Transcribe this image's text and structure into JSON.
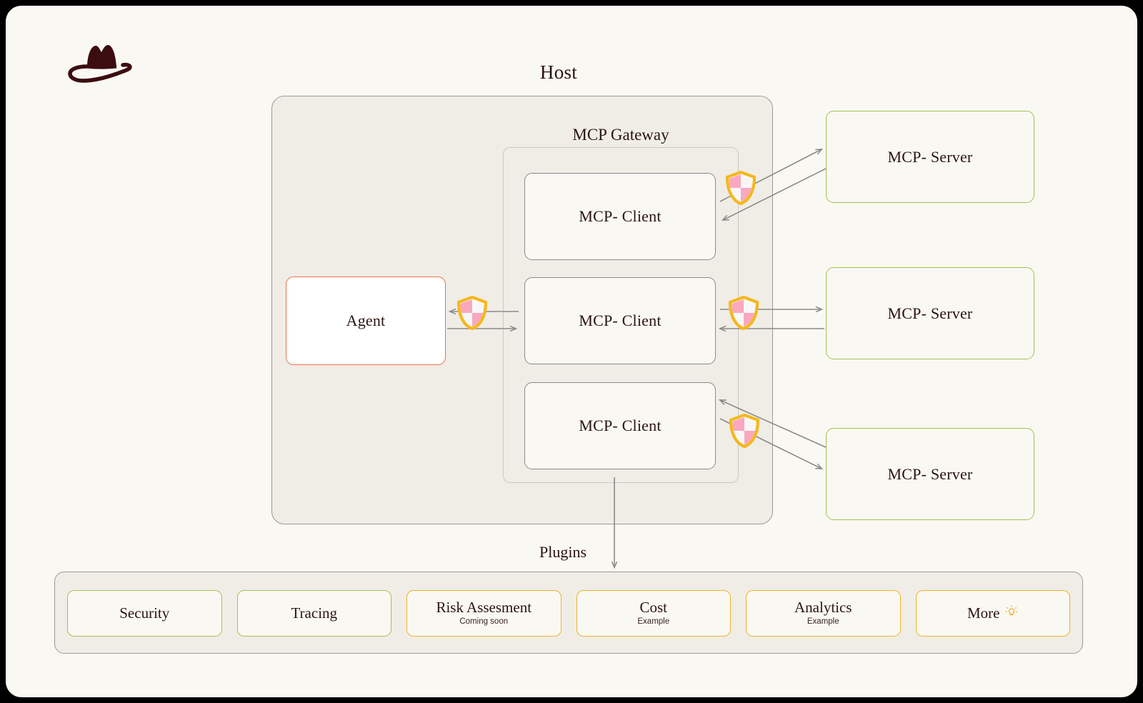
{
  "brand": {
    "logo_icon": "cowboy-hat-icon"
  },
  "diagram": {
    "type": "architecture-diagram",
    "host_label": "Host",
    "gateway_label": "MCP Gateway",
    "plugins_label": "Plugins",
    "agent": {
      "label": "Agent",
      "border_color": "#E8714A"
    },
    "clients": [
      {
        "label": "MCP- Client"
      },
      {
        "label": "MCP- Client"
      },
      {
        "label": "MCP- Client"
      }
    ],
    "servers": [
      {
        "label": "MCP- Server"
      },
      {
        "label": "MCP- Server"
      },
      {
        "label": "MCP- Server"
      }
    ],
    "shields": [
      {
        "name": "shield-agent-gateway"
      },
      {
        "name": "shield-client-server-1"
      },
      {
        "name": "shield-client-server-2"
      },
      {
        "name": "shield-client-server-3"
      }
    ]
  },
  "plugins": {
    "items": [
      {
        "label": "Security",
        "sub": "",
        "state": "green",
        "icon": ""
      },
      {
        "label": "Tracing",
        "sub": "",
        "state": "green",
        "icon": ""
      },
      {
        "label": "Risk Assesment",
        "sub": "Coming soon",
        "state": "amber",
        "icon": ""
      },
      {
        "label": "Cost",
        "sub": "Example",
        "state": "amber",
        "icon": ""
      },
      {
        "label": "Analytics",
        "sub": "Example",
        "state": "amber",
        "icon": ""
      },
      {
        "label": "More",
        "sub": "",
        "state": "amber",
        "icon": "lightbulb-icon"
      }
    ]
  },
  "colors": {
    "page_background": "#000000",
    "card_background": "#FAF8F3",
    "panel_background": "#F0EDE7",
    "text": "#2B1410",
    "green_accent": "#A2C24E",
    "amber_accent": "#F0B429",
    "coral_accent": "#E8714A",
    "wire": "#8C8A87",
    "shield_outline": "#F4B81E",
    "shield_pink": "#F9A8C0"
  }
}
